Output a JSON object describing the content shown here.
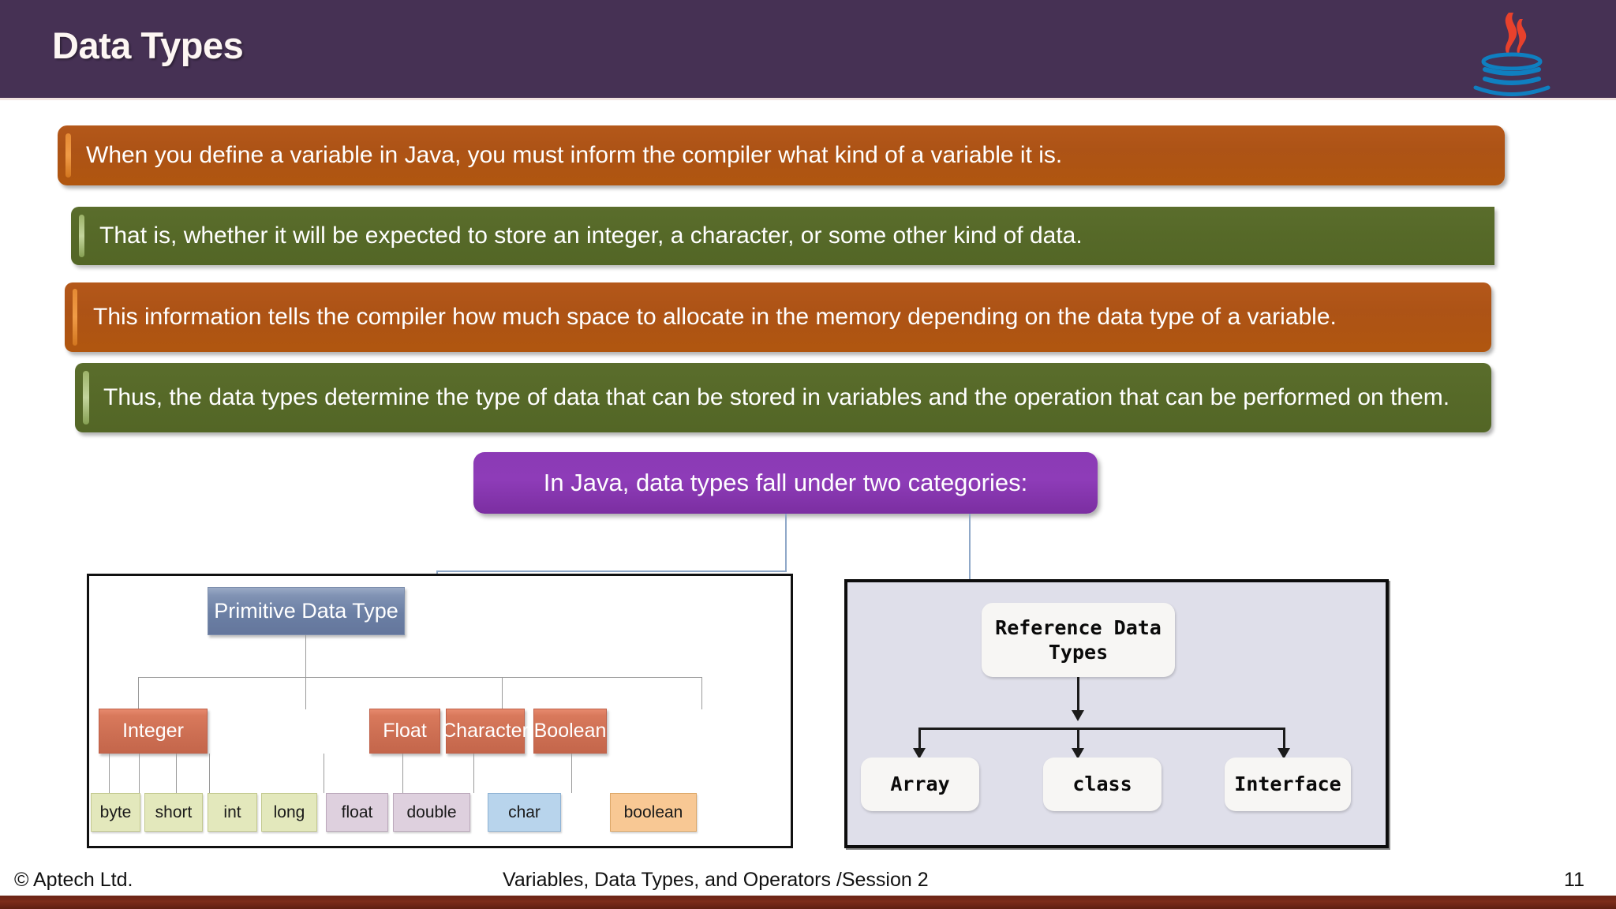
{
  "header": {
    "title": "Data Types",
    "logo_icon": "java-coffee-cup-logo",
    "bg_color": "#463154"
  },
  "banners": [
    {
      "text": "When you define a variable in Java, you must inform the compiler what kind of a variable it is.",
      "color": "#ad5316",
      "style": "orange"
    },
    {
      "text": "That is, whether it will be expected to store an integer, a character, or some other kind of data.",
      "color": "#566928",
      "style": "green"
    },
    {
      "text": "This information tells the compiler how much space to allocate in the memory depending on the data type of a variable.",
      "color": "#ad5316",
      "style": "orange"
    },
    {
      "text": "Thus, the data types determine the type of data that can be stored in variables and the operation that can be performed on them.",
      "color": "#566928",
      "style": "green"
    }
  ],
  "category_box": {
    "text": "In Java, data types fall under two categories:",
    "color": "#8e3cb8"
  },
  "primitive_panel": {
    "title": "Primitive Data Type",
    "title_color": "#6b7fa4",
    "groups": [
      {
        "label": "Integer",
        "color": "#cc6e52",
        "types": [
          "byte",
          "short",
          "int",
          "long"
        ]
      },
      {
        "label": "Float",
        "color": "#cc6e52",
        "types": [
          "float",
          "double"
        ]
      },
      {
        "label": "Character",
        "color": "#cc6e52",
        "types": [
          "char"
        ]
      },
      {
        "label": "Boolean",
        "color": "#cc6e52",
        "types": [
          "boolean"
        ]
      }
    ],
    "leaf_colors": {
      "integer": "#e3e8bc",
      "float": "#ded0de",
      "character": "#b8d4ec",
      "boolean": "#f8c894"
    }
  },
  "reference_panel": {
    "title": "Reference Data\nTypes",
    "title_line1": "Reference Data",
    "title_line2": "Types",
    "bg_color": "#dfdfea",
    "children": [
      "Array",
      "class",
      "Interface"
    ]
  },
  "footer": {
    "left": "© Aptech Ltd.",
    "center": "Variables, Data Types, and Operators /Session 2",
    "page_number": "11",
    "bar_color": "#7c2c1a"
  }
}
